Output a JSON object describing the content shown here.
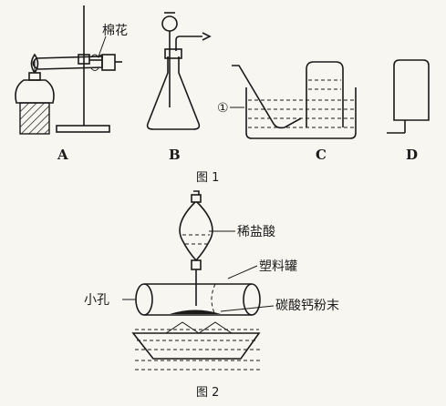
{
  "figure1": {
    "caption": "图 1",
    "labels": {
      "cotton": "棉花",
      "marker": "①",
      "a": "A",
      "b": "B",
      "c": "C",
      "d": "D"
    }
  },
  "figure2": {
    "caption": "图 2",
    "labels": {
      "acid": "稀盐酸",
      "can": "塑料罐",
      "hole": "小孔",
      "powder": "碳酸钙粉末"
    }
  }
}
